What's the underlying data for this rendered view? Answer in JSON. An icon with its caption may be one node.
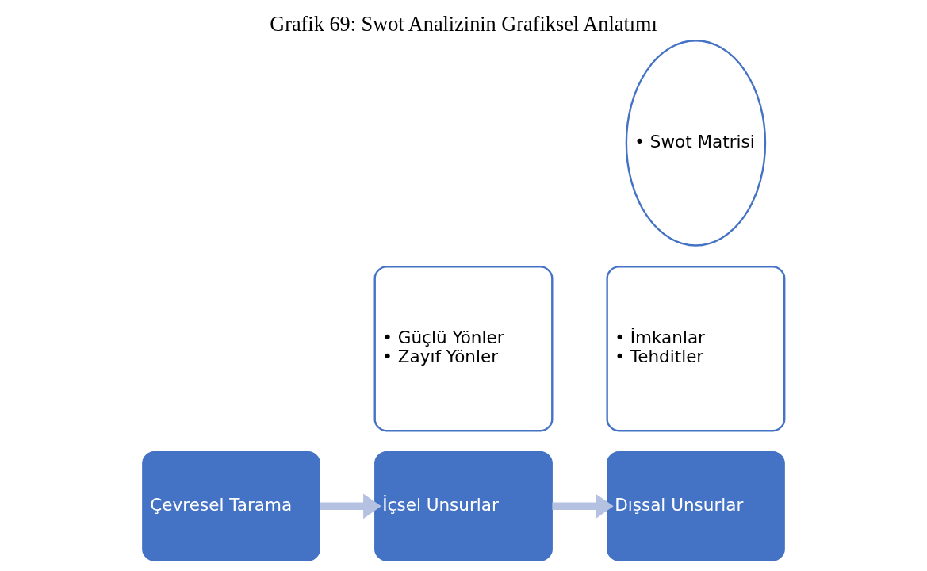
{
  "diagram": {
    "title": "Grafik 69: Swot Analizinin Grafiksel Anlatımı",
    "nodes": [
      {
        "text": [
          "Çevresel Tarama"
        ]
      },
      {
        "text": [
          "İçsel Unsurlar"
        ]
      },
      {
        "text": [
          "• Güçlü Yönler",
          "• Zayıf Yönler"
        ]
      },
      {
        "text": [
          "Dışsal Unsurlar"
        ]
      },
      {
        "text": [
          "• İmkanlar",
          "• Tehditler"
        ]
      },
      {
        "text": [
          "• Swot Matrisi"
        ]
      }
    ],
    "edges": [
      {
        "from": 0,
        "to": 1,
        "arrow": "to"
      },
      {
        "from": 1,
        "to": 3,
        "arrow": "to"
      }
    ]
  }
}
